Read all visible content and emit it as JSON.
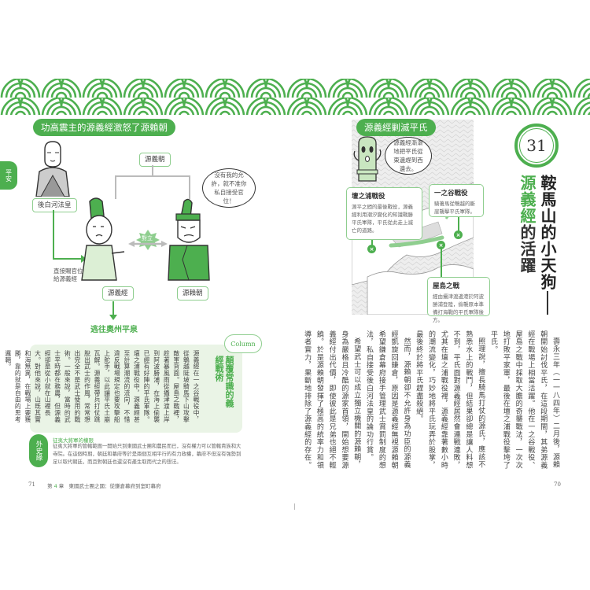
{
  "colors": {
    "accent": "#4daf4f",
    "accent_light": "#8fce8f",
    "column_bg": "#eaf4e6"
  },
  "left_page": {
    "side_tab": "平安",
    "diagram_title": "功高震主的源義經激怒了源賴朝",
    "labels": {
      "emperor": "後白河法皇",
      "yoritomo_top": "源義朝",
      "yoshitsune": "源義經",
      "yoritomo": "源賴朝",
      "conflict": "對立",
      "grant_note_line1": "直接賜官位",
      "grant_note_line2": "給源義經",
      "flee": "逃往奧州平泉"
    },
    "yoritomo_speech": "沒有我的允許，就不准你私自接受官位！",
    "column": {
      "badge": "Column",
      "heading": "顛覆常識的義經戰術",
      "text": "源義經在一之谷戰役中，從鵯越陡坡騎馬下山攻擊敵軍背面。屋島之戰裡，趁著暴風雨從攝津渡上岸到阿波勝浦，在海上偷襲已經有好陣的平氏軍隊。壇之浦戰役中，源義經甚至計算潮流的流向，不惜違反戰場規定也要攻擊船上舵手，以此讓平氏土崩瓦解。源義經帶兵打仗跳脫出武士的作風，常常想出完全不是武士使用的戰術。一般來說，當時的武士平時都在務農，但源義經卻是從小就在山裡長大。對他來說，山既其實和海無異，在戰場上要獲勝，靠的就是自由的思考邏輯。"
    },
    "gaishi": {
      "badge": "外史緣",
      "title": "征夷大將軍的權限",
      "text": "征夷大將軍的管轄範圍一開始只到東國武士團和農民而已，沒有權力可以管轄貴族和大寺院。在這個時期，朝廷和幕府等於是兩個互相平行的有力政權，幕府不但沒有強勢到足以取代朝廷，而且對朝廷也還沒有產生取而代之的想法。"
    },
    "footer": {
      "page_number": "71",
      "chapter_prefix": "第",
      "chapter_num": "4",
      "chapter_suffix": "章",
      "chapter_title": "東國武士團之國：從鎌倉幕府到室町幕府"
    }
  },
  "right_page": {
    "map_title": "源義經剿滅平氏",
    "haniwa_speech": "源義經漸漸地把平氏從東邊趕到西邊去。",
    "callouts": [
      {
        "title": "壇之浦戰役",
        "body": "源平之間的最後戰役，源義經利用潮汐變化的知識戰勝平氏軍隊，平氏從此走上滅亡的道路。"
      },
      {
        "title": "一之谷戰役",
        "body": "騎著馬從鵯越的斷崖襲擊平氏軍隊。"
      },
      {
        "title": "屋島之戰",
        "body": "經由攝津渡邊港於阿波勝浦登陸，偷襲原本準備打海戰的平氏軍隊後方。"
      }
    ],
    "chapter_number": "31",
    "title_main": "鞍馬山的小天狗",
    "title_sub_green": "源義經",
    "title_sub_rest": "的活躍",
    "body_paragraphs": [
      "壽永三年（一一八四年）二月後，源賴朝開始討伐平氏，在這段期間，其弟源義經在戰場上相當活躍。他在一之谷戰役、屋島之戰中採取大膽的奇襲戰法，一次次地打敗平家軍，最後在壇之浦戰役擊垮了平氏。",
      "照理說，擅長騎馬打仗的源氏，應該不熟悉水上的戰鬥，但結果卻總是讓人料想不到，平氏面對源義經居然會連戰連敗，尤其在壇之浦戰役裡，源義經靠著數小時的潮流變化，巧妙地將平氏玩弄於股掌，最後終於將平氏趕盡殺絕。",
      "然而，源賴朝卻不允許身為功臣的源義經凱旋回鎌倉，原因是源義經無視源賴朝希望鎌倉幕府接手管理武士賞罰制度的想法，私自接受後白河法皇的論功行賞。",
      "希望武士可以成立獨立機關的源賴朝，身為嚴格且冷酷的源家首領，開始想要源義經付出代價，即使彼此是兄弟也絕不輕饒。於是源賴朝發揮了極高的統率力和領導者實力，果斷地排除了源義經的存在。"
    ],
    "footer": {
      "page_number": "70"
    }
  }
}
